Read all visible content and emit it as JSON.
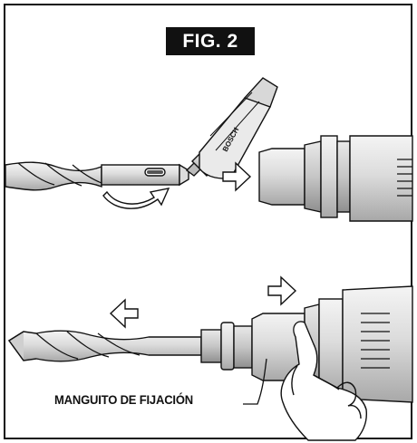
{
  "figure": {
    "title": "FIG. 2",
    "brand_on_tube": "BOSCH",
    "callout_label": "MANGUITO DE FIJACIÓN"
  },
  "icons": [
    "arrow-right-icon",
    "arrow-left-icon",
    "rotate-arrow-icon"
  ],
  "colors": {
    "line": "#111111",
    "fill_light": "#e8e8e8",
    "fill_mid": "#c9c9c9",
    "fill_dark": "#9a9a9a"
  }
}
